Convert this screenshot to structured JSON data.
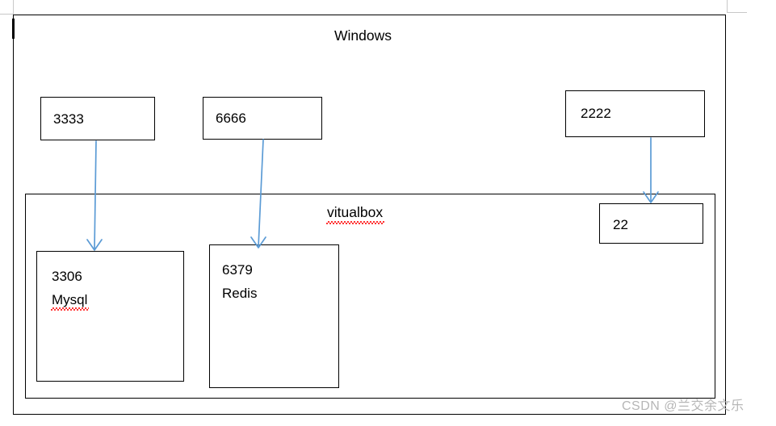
{
  "diagram": {
    "outer_container": {
      "title": "Windows"
    },
    "inner_container": {
      "title": "vitualbox",
      "misspelled": true
    },
    "host_ports": [
      {
        "label": "3333"
      },
      {
        "label": "6666"
      },
      {
        "label": "2222"
      }
    ],
    "guest_services": [
      {
        "port": "3306",
        "name": "Mysql",
        "misspelled": true
      },
      {
        "port": "6379",
        "name": "Redis",
        "misspelled": false
      },
      {
        "port": "22",
        "name": ""
      }
    ],
    "mappings": [
      {
        "from": "3333",
        "to": "3306"
      },
      {
        "from": "6666",
        "to": "6379"
      },
      {
        "from": "2222",
        "to": "22"
      }
    ],
    "arrow_color": "#5B9BD5",
    "border_color": "#000000",
    "spellcheck_color": "#FF0000"
  },
  "watermark": {
    "text": "CSDN @兰交余文乐"
  }
}
